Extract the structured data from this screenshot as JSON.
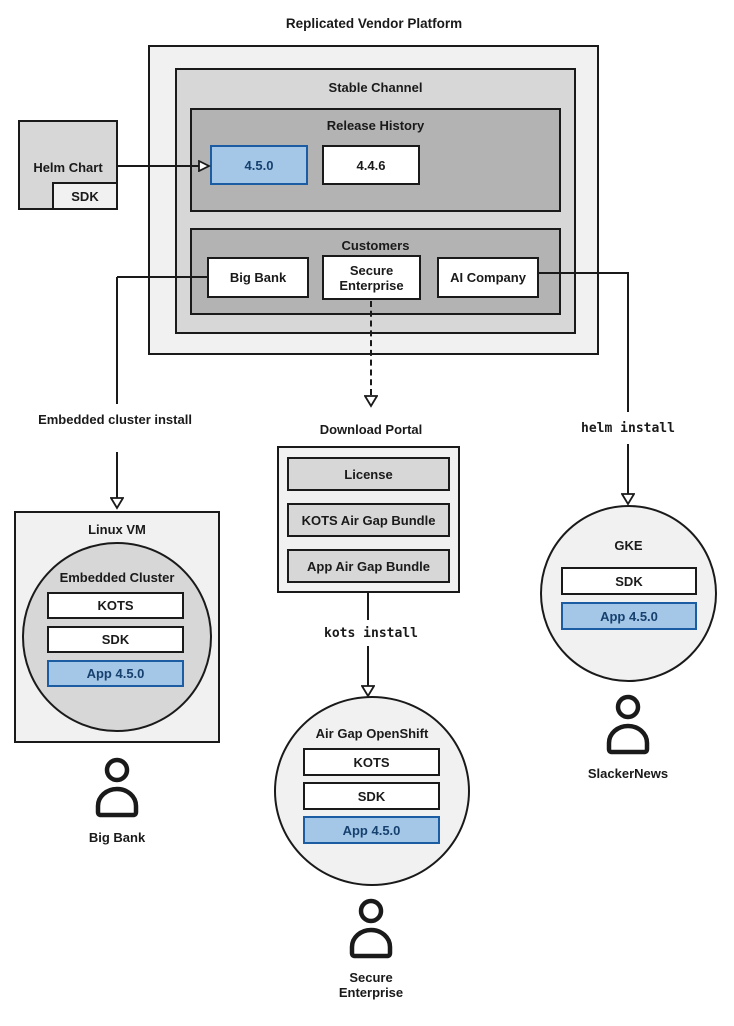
{
  "title": "Replicated Vendor Platform",
  "stable_channel": {
    "title": "Stable Channel"
  },
  "release_history": {
    "title": "Release History",
    "releases": [
      {
        "version": "4.5.0",
        "highlighted": true
      },
      {
        "version": "4.4.6",
        "highlighted": false
      }
    ]
  },
  "customers": {
    "title": "Customers",
    "items": [
      "Big Bank",
      "Secure Enterprise",
      "AI Company"
    ]
  },
  "helm_chart": {
    "label": "Helm Chart",
    "sdk": "SDK"
  },
  "left_flow": {
    "install_label": "Embedded cluster install",
    "vm_title": "Linux VM",
    "cluster_title": "Embedded Cluster",
    "components": [
      "KOTS",
      "SDK",
      "App 4.5.0"
    ],
    "user": "Big Bank"
  },
  "middle_flow": {
    "portal_title": "Download Portal",
    "portal_items": [
      "License",
      "KOTS Air Gap Bundle",
      "App Air Gap Bundle"
    ],
    "install_label": "kots install",
    "cluster_title": "Air Gap OpenShift",
    "components": [
      "KOTS",
      "SDK",
      "App 4.5.0"
    ],
    "user": "Secure Enterprise"
  },
  "right_flow": {
    "install_label": "helm install",
    "cluster_title": "GKE",
    "components": [
      "SDK",
      "App 4.5.0"
    ],
    "user": "SlackerNews"
  },
  "colors": {
    "line": "#1a1a1a",
    "box_dark": "#b3b3b3",
    "box_mid": "#d7d7d7",
    "box_light": "#f1f1f1",
    "highlight_fill": "#a4c7e8",
    "highlight_border": "#1b5ca3",
    "highlight_text": "#16406e"
  }
}
